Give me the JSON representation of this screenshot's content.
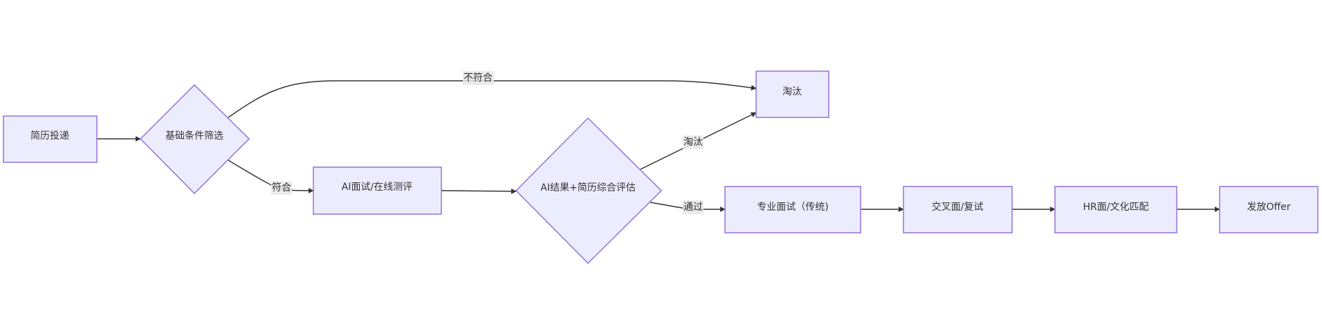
{
  "diagram": {
    "type": "flowchart",
    "direction": "LR",
    "colors": {
      "node_fill": "#ECECFF",
      "node_stroke": "#9370DB",
      "edge": "#333333",
      "label_bg": "#e8e8e8",
      "text": "#333333"
    },
    "nodes": [
      {
        "id": "A",
        "label": "简历投递",
        "shape": "rect"
      },
      {
        "id": "B",
        "label": "基础条件筛选",
        "shape": "diamond"
      },
      {
        "id": "C",
        "label": "AI面试/在线测评",
        "shape": "rect"
      },
      {
        "id": "D",
        "label": "AI结果+简历综合评估",
        "shape": "diamond"
      },
      {
        "id": "E",
        "label": "淘汰",
        "shape": "rect"
      },
      {
        "id": "F",
        "label": "专业面试（传统)",
        "shape": "rect"
      },
      {
        "id": "G",
        "label": "交叉面/复试",
        "shape": "rect"
      },
      {
        "id": "H",
        "label": "HR面/文化匹配",
        "shape": "rect"
      },
      {
        "id": "I",
        "label": "发放Offer",
        "shape": "rect"
      }
    ],
    "edges": [
      {
        "from": "A",
        "to": "B",
        "label": ""
      },
      {
        "from": "B",
        "to": "E",
        "label": "不符合"
      },
      {
        "from": "B",
        "to": "C",
        "label": "符合"
      },
      {
        "from": "C",
        "to": "D",
        "label": ""
      },
      {
        "from": "D",
        "to": "E",
        "label": "淘汰"
      },
      {
        "from": "D",
        "to": "F",
        "label": "通过"
      },
      {
        "from": "F",
        "to": "G",
        "label": ""
      },
      {
        "from": "G",
        "to": "H",
        "label": ""
      },
      {
        "from": "H",
        "to": "I",
        "label": ""
      }
    ]
  }
}
